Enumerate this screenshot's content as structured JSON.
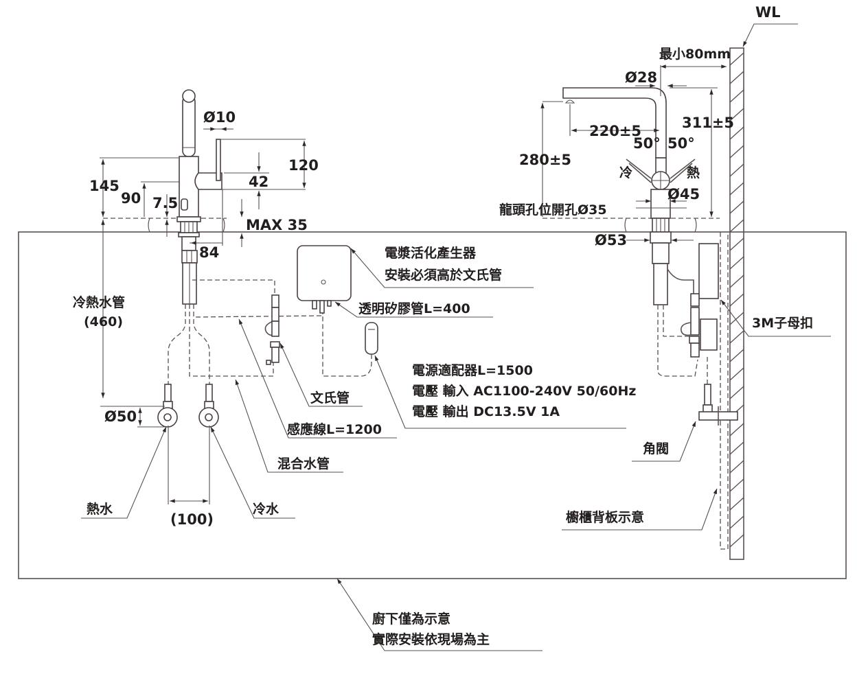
{
  "diagram": {
    "title": "Electrolyzed water faucet installation diagram",
    "wall_label": "WL",
    "left_view": {
      "dimensions": {
        "pull_out_diameter": "Ø10",
        "height_120": "120",
        "height_145": "145",
        "height_90": "90",
        "height_7_5": "7.5",
        "height_42": "42",
        "max_35": "MAX 35",
        "width_84": "84",
        "supply_diameter": "Ø50",
        "supply_spacing": "(100)"
      },
      "labels": {
        "hot_cold_hose_line1": "冷熱水管",
        "hot_cold_hose_line2": "(460)",
        "hot_water": "熱水",
        "cold_water": "冷水",
        "venturi": "文氏管",
        "sensor_cable": "感應線L=1200",
        "mixed_hose": "混合水管"
      }
    },
    "center_labels": {
      "generator_line1": "電漿活化產生器",
      "generator_line2": "安裝必須高於文氏管",
      "silicone_tube": "透明矽膠管L=400",
      "adapter_line1": "電源適配器L=1500",
      "adapter_line2": "電壓 輸入 AC1100-240V 50/60Hz",
      "adapter_line3": "電壓 輸出 DC13.5V 1A"
    },
    "right_view": {
      "dimensions": {
        "min_wall": "最小80mm",
        "spout_diameter": "Ø28",
        "reach": "220±5",
        "height_311": "311±5",
        "height_280": "280±5",
        "angle_left": "50°",
        "angle_right": "50°",
        "body_diameter": "Ø45",
        "hole": "龍頭孔位開孔Ø35",
        "base_diameter": "Ø53"
      },
      "labels": {
        "cold": "冷",
        "hot": "熱",
        "velcro": "3M子母扣",
        "angle_valve": "角閥",
        "cabinet_back": "櫥櫃背板示意"
      }
    },
    "note": {
      "line1": "廚下僅為示意",
      "line2": "實際安裝依現場為主"
    }
  }
}
